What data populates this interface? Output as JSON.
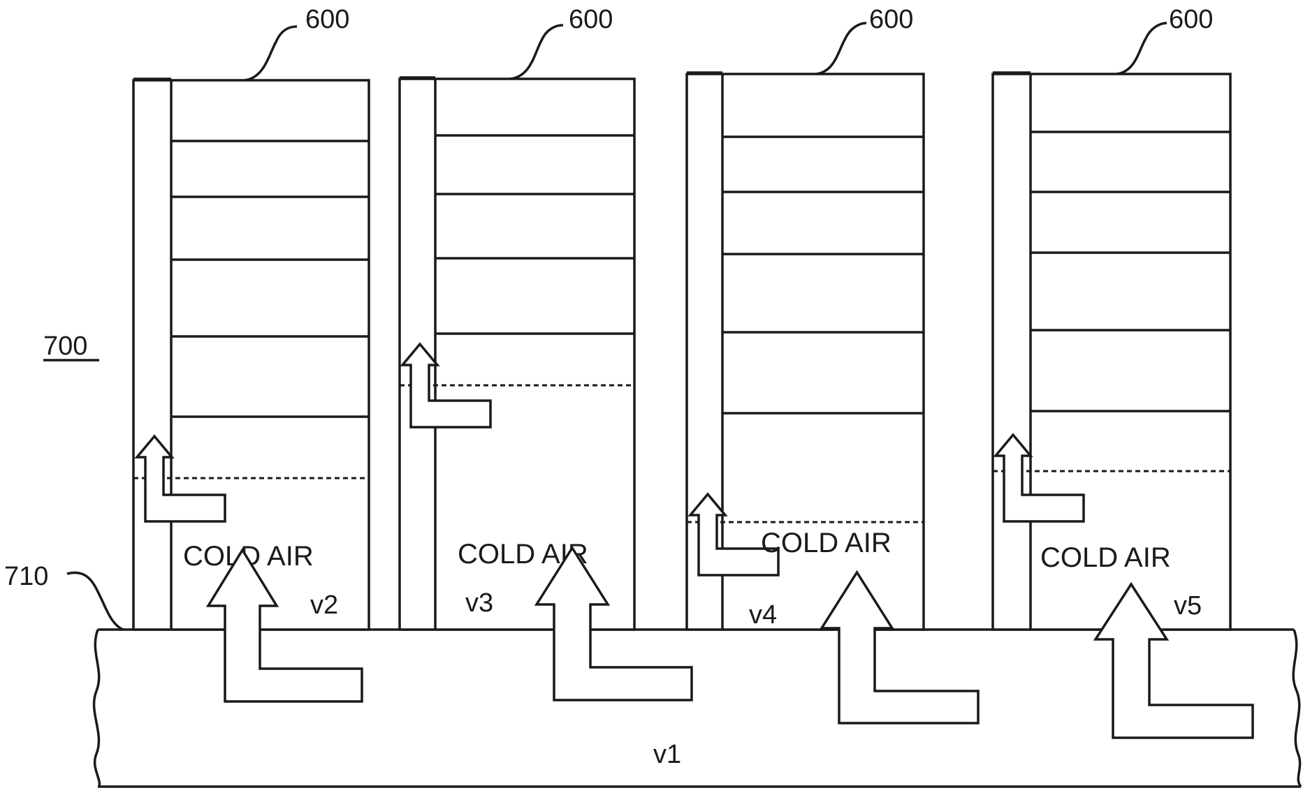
{
  "labels": {
    "system": "700",
    "floor": "710",
    "floor_velocity": "v1"
  },
  "racks": [
    {
      "ref": "600",
      "air_label": "COLD AIR",
      "velocity": "v2"
    },
    {
      "ref": "600",
      "air_label": "COLD AIR",
      "velocity": "v3"
    },
    {
      "ref": "600",
      "air_label": "COLD AIR",
      "velocity": "v4"
    },
    {
      "ref": "600",
      "air_label": "COLD AIR",
      "velocity": "v5"
    }
  ],
  "colors": {
    "ink": "#1a1a1a",
    "background": "#ffffff"
  }
}
